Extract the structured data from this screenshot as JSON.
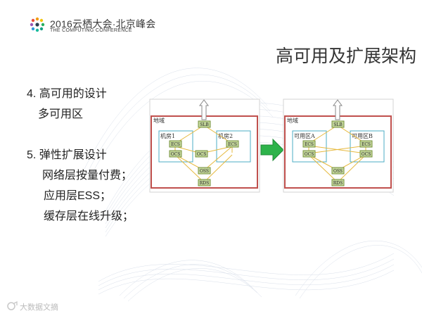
{
  "header": {
    "logo_title": "2016云栖大会·北京峰会",
    "logo_subtitle": "THE COMPUTING CONFERENCE"
  },
  "slide": {
    "title": "高可用及扩展架构",
    "bullets": [
      "4. 高可用的设计",
      "多可用区",
      "5. 弹性扩展设计",
      "网络层按量付费；",
      "应用层ESS；",
      "缓存层在线升级；"
    ]
  },
  "diagram_left": {
    "region": "地域",
    "room1": "机房1",
    "room2": "机房2",
    "slb": "SLB",
    "ecs_1": "ECS",
    "ocs_1": "OCS",
    "ecs_2": "ECS",
    "ocs_2": "OCS",
    "oss": "OSS",
    "rds": "RDS"
  },
  "diagram_right": {
    "region": "地域",
    "zone_a": "可用区A",
    "zone_b": "可用区B",
    "slb": "SLB",
    "ecs_a": "ECS",
    "ocs_a": "OCS",
    "ecs_b": "ECS",
    "ocs_b": "OCS",
    "oss": "OSS",
    "rds": "RDS"
  },
  "watermark": {
    "text": "大数据文摘"
  },
  "colors": {
    "region_border": "#c0504d",
    "zone_border": "#4bacc6",
    "node_fill": "#c4d79b",
    "node_border": "#76923c",
    "link_line": "#e6b93e",
    "arrow_green": "#2db34a",
    "swirl": "#b8c4d8"
  }
}
